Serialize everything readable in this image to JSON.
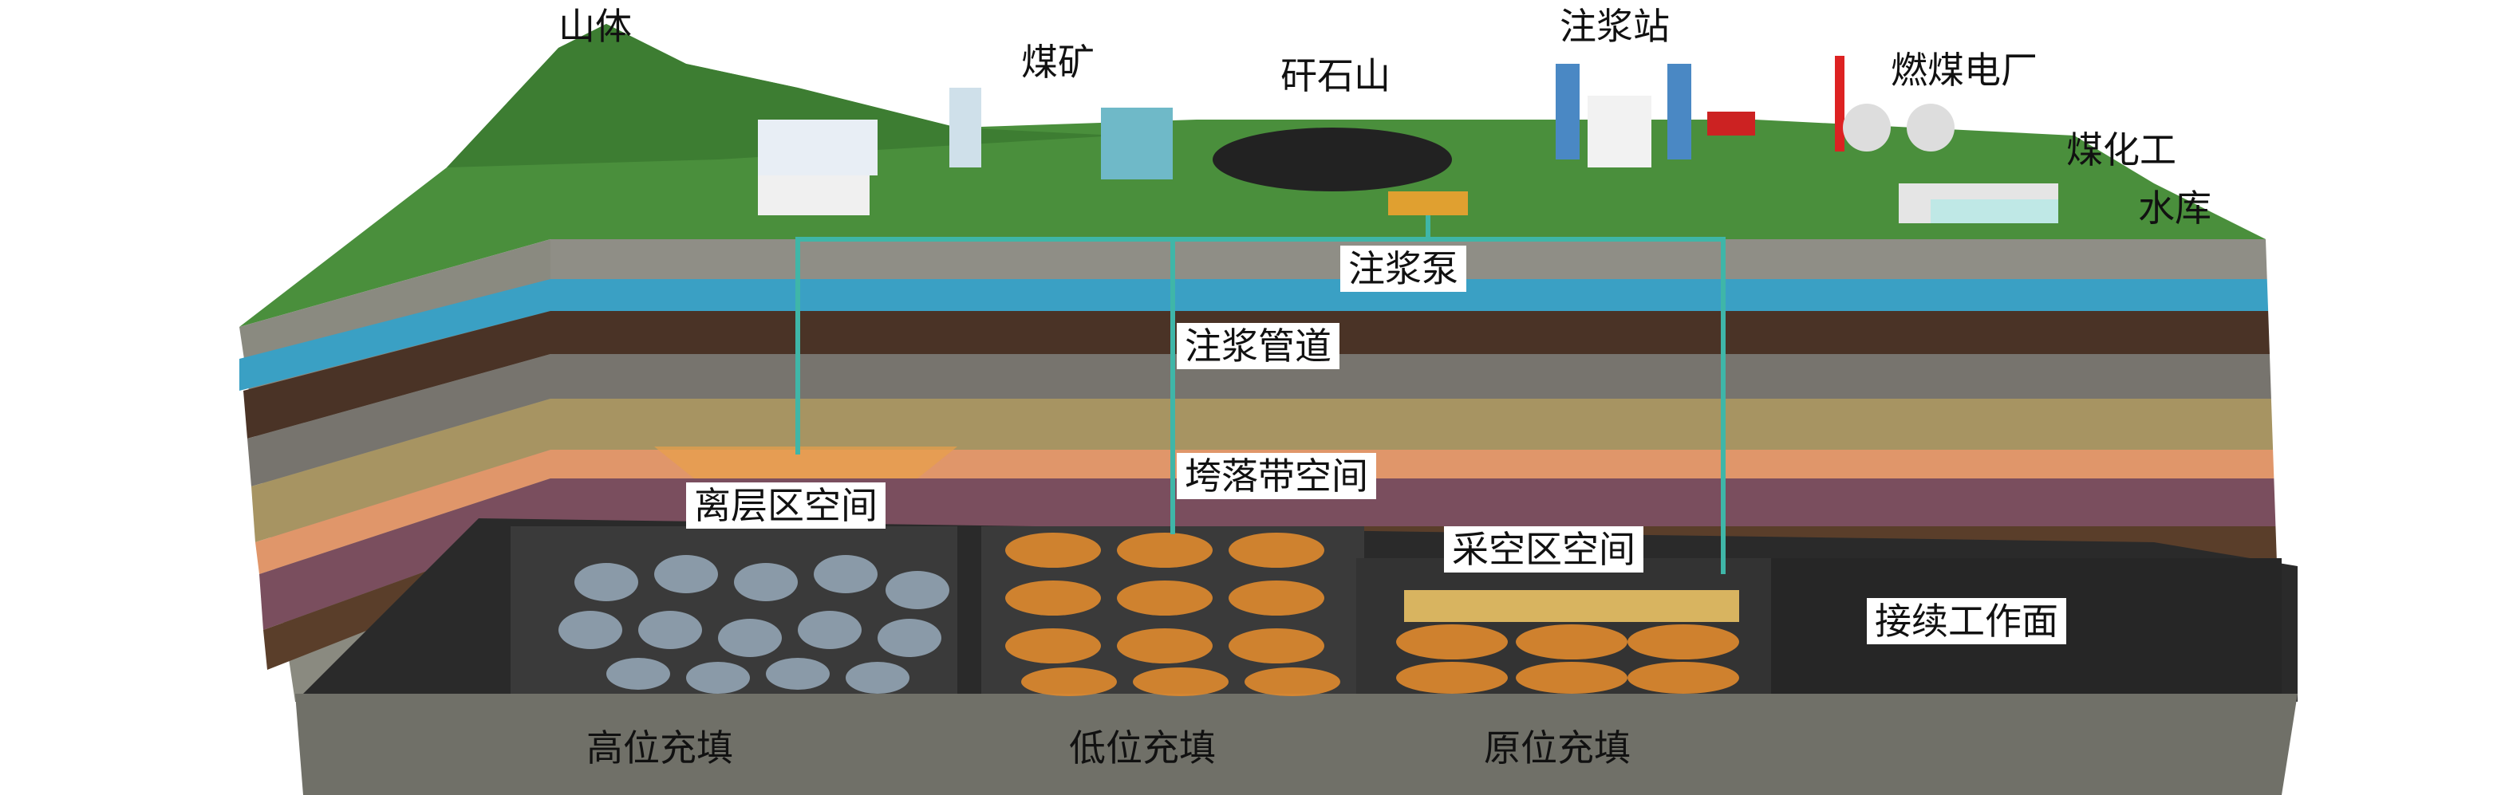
{
  "surface_labels": {
    "mountain": "山体",
    "coal_mine": "煤矿",
    "gangue_hill": "矸石山",
    "grouting_station": "注浆站",
    "coal_power_plant": "燃煤电厂",
    "coal_chemical": "煤化工",
    "reservoir": "水库"
  },
  "underground_labels": {
    "grouting_pump": "注浆泵",
    "grouting_pipeline": "注浆管道",
    "separation_space": "离层区空间",
    "caving_zone_space": "垮落带空间",
    "goaf_space": "采空区空间",
    "next_working_face": "接续工作面"
  },
  "filling_methods": {
    "high": "高位充填",
    "low": "低位充填",
    "in_situ": "原位充填"
  },
  "colors": {
    "grass": "#3f8a3a",
    "aquifer": "#3aa0c4",
    "pipe": "#3fb6a8",
    "slurry": "#e08a2e",
    "coal_floor": "#2a2a2a"
  }
}
